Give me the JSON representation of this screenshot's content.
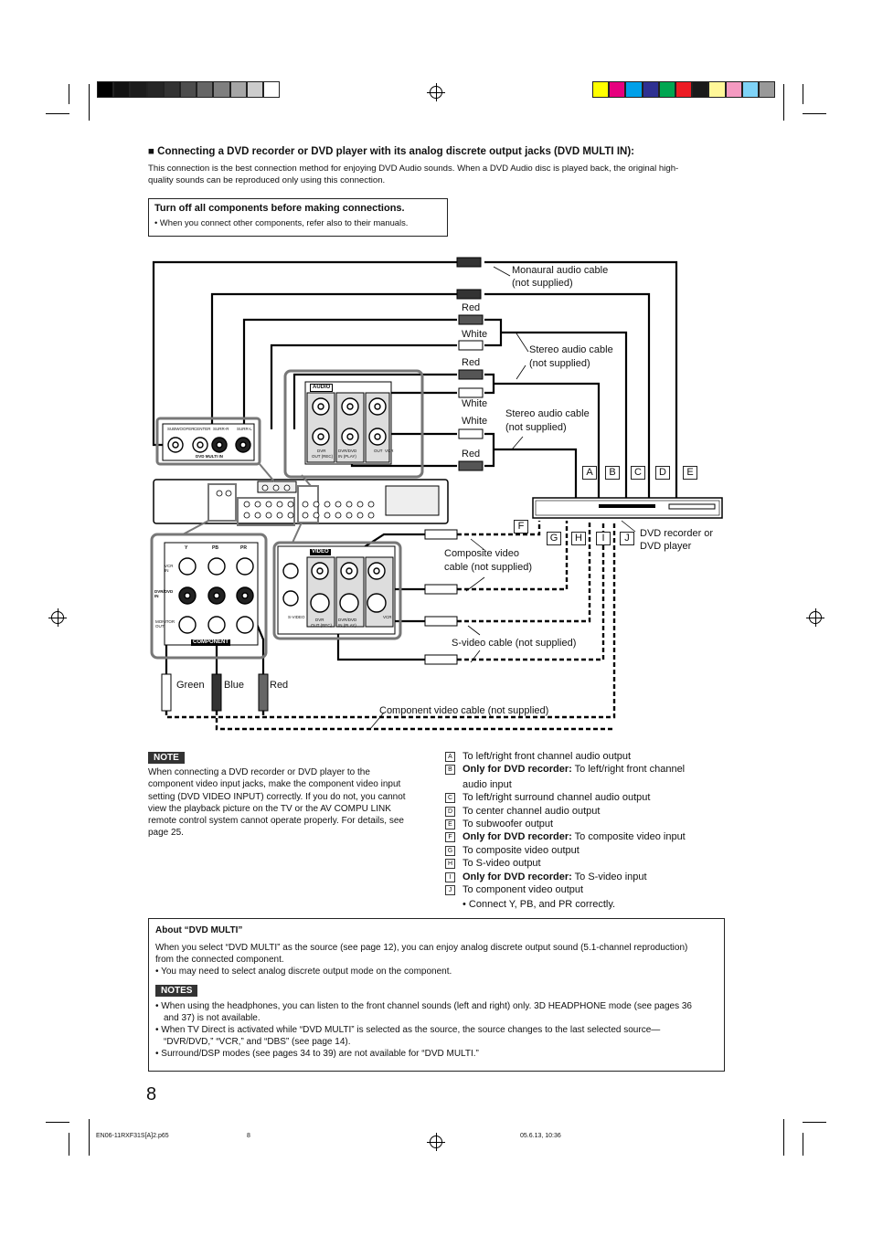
{
  "print_marks": {
    "swatches_left": [
      "#000000",
      "#121212",
      "#1c1c1c",
      "#262626",
      "#333333",
      "#4d4d4d",
      "#666666",
      "#7f7f7f",
      "#a6a6a6",
      "#cccccc",
      "#ffffff"
    ],
    "swatches_right": [
      "#ffff00",
      "#e6007e",
      "#00a0e9",
      "#2e3192",
      "#00a651",
      "#ed1c24",
      "#1a1a1a",
      "#fff799",
      "#f49ac1",
      "#7fd3f7",
      "#999999"
    ]
  },
  "section": {
    "heading": "■ Connecting a DVD recorder or DVD player with its analog discrete output jacks (DVD MULTI IN):",
    "intro_line1": "This connection is the best connection method for enjoying DVD Audio sounds. When a DVD Audio disc is played back, the original high-",
    "intro_line2": "quality sounds can be reproduced only using this connection."
  },
  "warning": {
    "title": "Turn off all components before making connections.",
    "bullet": "•  When you connect other components, refer also to their manuals."
  },
  "diagram": {
    "labels": {
      "mono_cable_1": "Monaural audio cable",
      "mono_cable_2": "(not supplied)",
      "red1": "Red",
      "white1": "White",
      "stereo1_1": "Stereo audio cable",
      "stereo1_2": "(not supplied)",
      "red2": "Red",
      "white2": "White",
      "white3": "White",
      "stereo2_1": "Stereo audio cable",
      "stereo2_2": "(not supplied)",
      "red3": "Red",
      "composite_1": "Composite video",
      "composite_2": "cable (not supplied)",
      "svideo": "S-video cable (not supplied)",
      "component": "Component video cable (not supplied)",
      "dvd_1": "DVD recorder or",
      "dvd_2": "DVD player",
      "green": "Green",
      "blue": "Blue",
      "red_comp": "Red",
      "jack_sub": "SUBWOOFER",
      "jack_center": "CENTER",
      "jack_surr_r": "SURR-R",
      "jack_surr_l": "SURR-L",
      "dvd_multi_in": "DVD MULTI IN",
      "audio": "AUDIO",
      "video": "VIDEO",
      "dvr_out": "DVR",
      "dvr_out2": "OUT (REC)",
      "dvrdvd_in": "DVR/DVD",
      "dvrdvd_in2": "IN (PLAY)",
      "vcr": "VCR",
      "out": "OUT",
      "svideo_jack": "S-VIDEO",
      "component_label": "COMPONENT",
      "y": "Y",
      "pb": "PB",
      "pr": "PR",
      "vcr_in": "VCR IN",
      "dvrdvd_in_c": "DVR/DVD IN",
      "monitor_out": "MONITOR OUT"
    },
    "tags": [
      "A",
      "B",
      "C",
      "D",
      "E",
      "F",
      "G",
      "H",
      "I",
      "J"
    ]
  },
  "note": {
    "badge": "NOTE",
    "lines": [
      "When connecting a DVD recorder or DVD player to the",
      "component video input jacks, make the component video input",
      "setting (DVD VIDEO INPUT) correctly. If you do not, you cannot",
      "view the playback picture on the TV or the AV COMPU LINK",
      "remote control system cannot operate properly. For details, see",
      "page 25."
    ]
  },
  "legend": [
    {
      "key": "A",
      "bold": "",
      "text": "To left/right front channel audio output"
    },
    {
      "key": "B",
      "bold": "Only for DVD recorder:",
      "text": " To left/right front channel"
    },
    {
      "key": "",
      "bold": "",
      "text": "audio input"
    },
    {
      "key": "C",
      "bold": "",
      "text": "To left/right surround channel audio output"
    },
    {
      "key": "D",
      "bold": "",
      "text": "To center channel audio output"
    },
    {
      "key": "E",
      "bold": "",
      "text": "To subwoofer output"
    },
    {
      "key": "F",
      "bold": "Only for DVD recorder:",
      "text": " To composite video input"
    },
    {
      "key": "G",
      "bold": "",
      "text": "To composite video output"
    },
    {
      "key": "H",
      "bold": "",
      "text": "To S-video output"
    },
    {
      "key": "I",
      "bold": "Only for DVD recorder:",
      "text": " To S-video input"
    },
    {
      "key": "J",
      "bold": "",
      "text": "To component video output"
    },
    {
      "key": "",
      "bold": "",
      "text": "•  Connect Y, PB, and PR correctly."
    }
  ],
  "about": {
    "title": "About “DVD MULTI”",
    "p1": "When you select “DVD MULTI” as the source (see page 12), you can enjoy analog discrete output sound (5.1-channel reproduction)",
    "p1b": "from the connected component.",
    "bullet1": "•  You may need to select analog discrete output mode on the component.",
    "notes_badge": "NOTES",
    "n1": "•  When using the headphones, you can listen to the front channel sounds (left and right) only. 3D HEADPHONE mode (see pages 36",
    "n1b": "and 37) is not available.",
    "n2": "•  When TV Direct is activated while “DVD MULTI” is selected as the source, the source changes to the last selected source—",
    "n2b": "“DVR/DVD,” “VCR,” and “DBS” (see page 14).",
    "n3": "•  Surround/DSP modes (see pages 34 to 39) are not available for “DVD MULTI.”"
  },
  "page_number": "8",
  "footer": {
    "file": "EN06-11RXF31S[A]2.p65",
    "page": "8",
    "date": "05.6.13, 10:36"
  }
}
